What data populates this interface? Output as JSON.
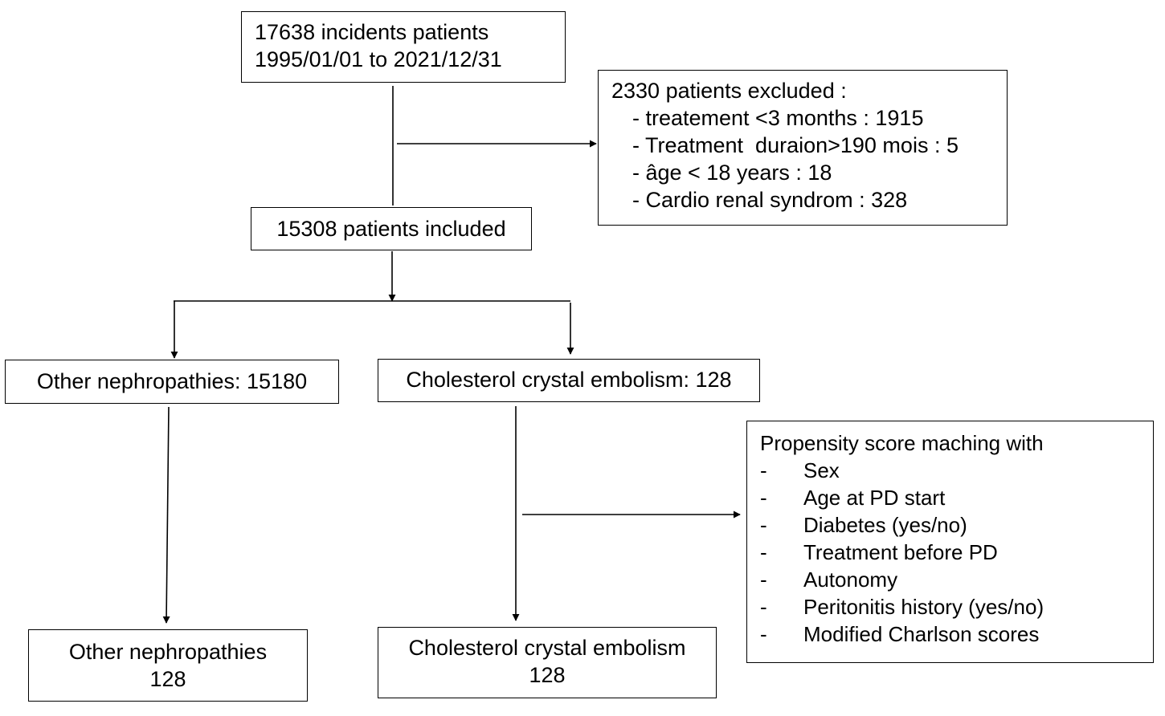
{
  "flowchart": {
    "start": {
      "line1": "17638 incidents patients",
      "line2": "1995/01/01 to 2021/12/31"
    },
    "excluded": {
      "title": "2330 patients excluded :",
      "items": [
        "- treatement <3 months : 1915",
        "- Treatment  duraion>190 mois : 5",
        "- âge < 18 years : 18",
        "- Cardio renal syndrom : 328"
      ]
    },
    "included": "15308 patients included",
    "other_nephropathies": "Other nephropathies: 15180",
    "cholesterol_embolism": "Cholesterol crystal embolism: 128",
    "propensity": {
      "title": "Propensity score maching with",
      "dash": "-",
      "criteria": [
        "Sex",
        "Age at PD start",
        "Diabetes (yes/no)",
        "Treatment before PD",
        "Autonomy",
        "Peritonitis history (yes/no)",
        "Modified Charlson scores"
      ]
    },
    "other_final": {
      "line1": "Other nephropathies",
      "line2": "128"
    },
    "cce_final": {
      "line1": "Cholesterol crystal embolism",
      "line2": "128"
    }
  }
}
